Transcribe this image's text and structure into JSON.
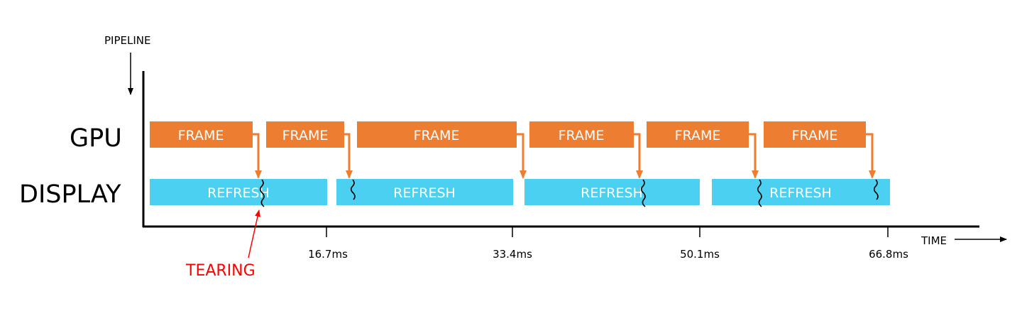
{
  "labels": {
    "pipeline": "PIPELINE",
    "gpu": "GPU",
    "display": "DISPLAY",
    "time": "TIME",
    "tearing": "TEARING"
  },
  "ticks": [
    "16.7ms",
    "33.4ms",
    "50.1ms",
    "66.8ms"
  ],
  "gpu_frames": [
    "FRAME",
    "FRAME",
    "FRAME",
    "FRAME",
    "FRAME",
    "FRAME"
  ],
  "display_refreshes": [
    "REFRESH",
    "REFRESH",
    "REFRESH",
    "REFRESH"
  ],
  "colors": {
    "frame": "#ED7D31",
    "refresh": "#4CD0F2",
    "tearing": "#FF0000",
    "ink": "#000000"
  }
}
